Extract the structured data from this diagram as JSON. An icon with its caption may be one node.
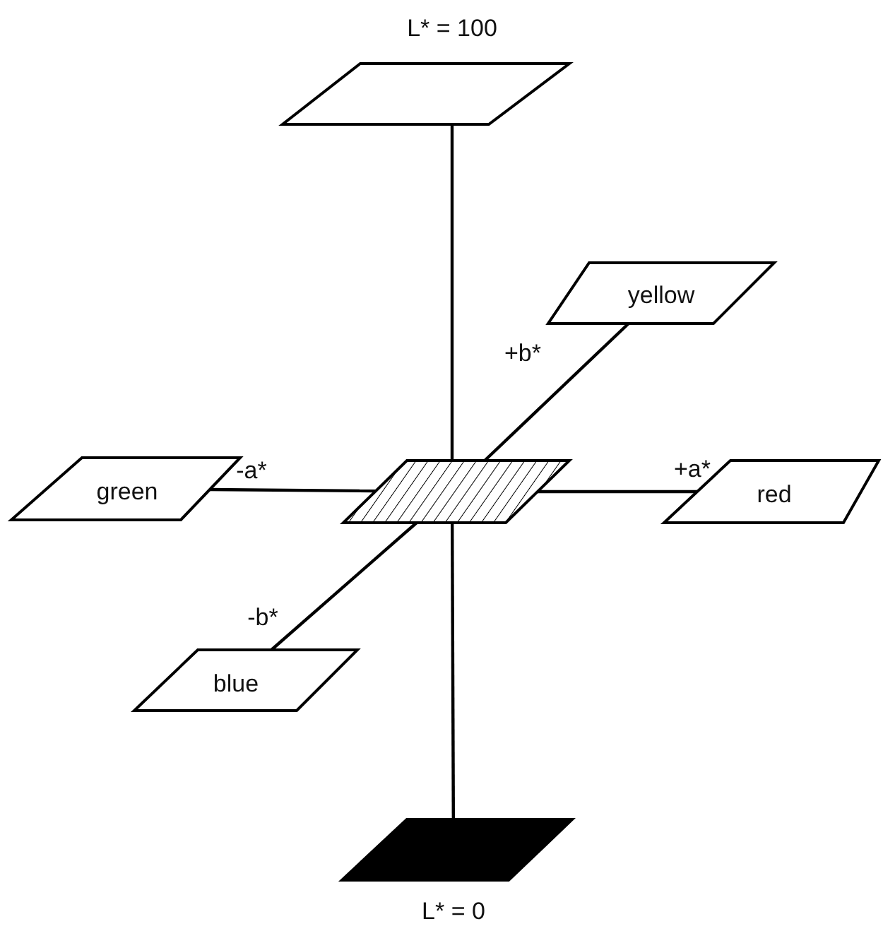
{
  "diagram": {
    "nodes": [
      {
        "text": [
          "L* = 100"
        ]
      },
      {
        "text": [
          "yellow"
        ]
      },
      {
        "text": [
          "green"
        ]
      },
      {
        "text": [],
        "shape": "parallelogram"
      },
      {
        "text": [
          "red"
        ]
      },
      {
        "text": [
          "blue"
        ]
      },
      {
        "text": [
          "L* = 0"
        ]
      }
    ],
    "edges": [
      {
        "from": 0,
        "to": 3,
        "arrow": "none"
      },
      {
        "from": 1,
        "to": 3,
        "arrow": "none",
        "label": "+b*"
      },
      {
        "from": 2,
        "to": 3,
        "arrow": "none",
        "label": "-a*"
      },
      {
        "from": 3,
        "to": 4,
        "arrow": "none",
        "label": "+a*"
      },
      {
        "from": 5,
        "to": 3,
        "arrow": "none",
        "label": "-b*"
      },
      {
        "from": 3,
        "to": 6,
        "arrow": "none"
      }
    ]
  }
}
